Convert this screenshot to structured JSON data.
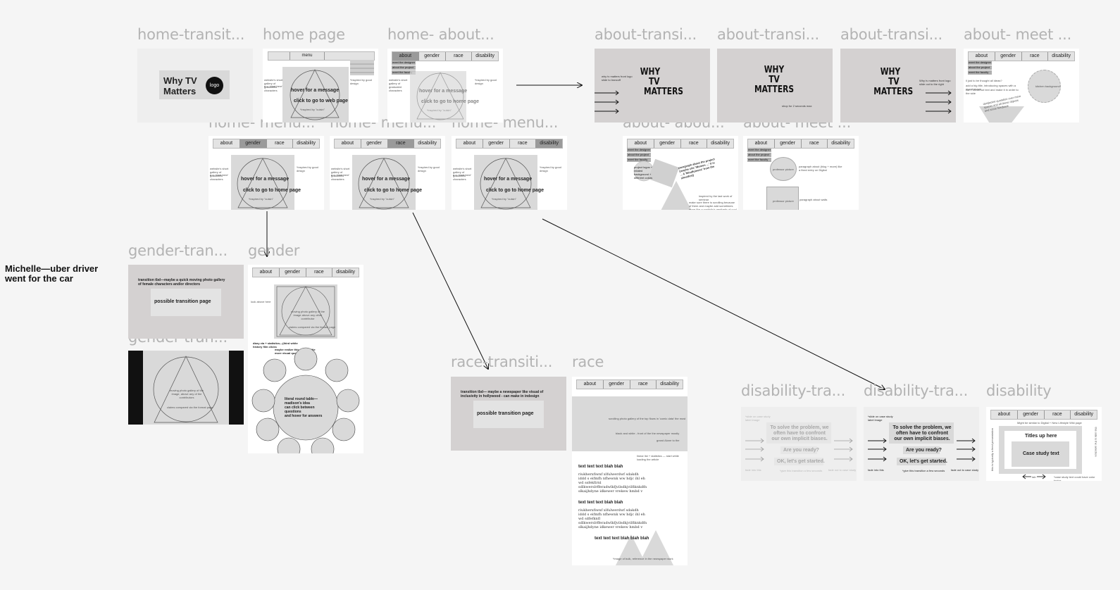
{
  "labels": {
    "home_transit": "home-transit...",
    "home_page": "home page",
    "home_about": "home- about...",
    "about_transi_1": "about-transi...",
    "about_transi_2": "about-transi...",
    "about_transi_3": "about-transi...",
    "about_meet_top": "about- meet ...",
    "home_menu_1": "home- menu...",
    "home_menu_2": "home- menu...",
    "home_menu_3": "home- menu...",
    "about_abou": "about- abou...",
    "about_meet_mid": "about- meet ...",
    "gender_tran_1": "gender-tran...",
    "gender": "gender",
    "gender_tran_2": "gender-tran...",
    "race_transiti": "race-transiti...",
    "race": "race",
    "disability_tra_1": "disability-tra...",
    "disability_tra_2": "disability-tra...",
    "disability": "disability"
  },
  "side_note": {
    "line1": "Michelle—uber driver",
    "line2": "went for the car"
  },
  "nav": {
    "about": "about",
    "gender": "gender",
    "race": "race",
    "disability": "disability",
    "menu": "menu"
  },
  "home_transit": {
    "title_line1": "Why TV",
    "title_line2": "Matters",
    "logo": "logo"
  },
  "home_page": {
    "hover": "hover for a message",
    "click_web": "click to go to web page",
    "click_home": "click to go to home page",
    "inspired": "*inspired by \"cuisin\"",
    "side_note": "website's short gallery of graduated characters",
    "side_note2": "e.g. 'start here'",
    "right_note": "*inspired by good design"
  },
  "about_menu": {
    "meet_designer": "meet the designer",
    "about_project": "about the project",
    "meet_faculty": "meet the faculty"
  },
  "why_tv": {
    "w1": "WHY",
    "w2": "TV",
    "w3": "MATTERS"
  },
  "about_transi": {
    "left_note": "why tv matters front logo slide to trancoff",
    "shop_note": "shop for 2 seconds max",
    "right_note": "Why tv matters front logo slide out to the right"
  },
  "about_meet_top": {
    "circle": "kitchen background",
    "text1": "ll just to be thought all ideas?",
    "text2": "add a big title, introducing spaces with a mood image",
    "text3": "can I move out text and make it in order to the side",
    "tilted": "dustjacket quotation over mere spaces and all these objects and some feedback"
  },
  "about_abou": {
    "tilted": "paragraph about the project (maybe cite 'Women ...' it is ... 6 'Mindfulness' from the sheetfest)",
    "box": "project logos + related background + different colors",
    "note1": "inspired by the last work of seminar",
    "note2": "make sure there is scrolling because of them and maybe add sometimes more like a portfolio's aesthetic of cool stuff"
  },
  "about_meet_mid": {
    "pic1": "professor picture",
    "para1": "paragraph about (blog + more) like a fixed entry on Digital",
    "pic2": "professor picture",
    "para2": "paragraph about walls"
  },
  "gender_transition": {
    "text": "transition tbd—maybe a quick moving photo gallery of female characters and/or directors",
    "box": "possible transition page",
    "img1": "moving photo gallery of the image, above any of the contributors",
    "img2": "claims compared via the format page"
  },
  "gender_page": {
    "side_note": "look above here",
    "img1": "moving photo gallery of the image above any other contributor",
    "img2": "claims compared via the female page",
    "stat": "diary via + statistics—(third white history film clicks",
    "stat2": "maybe realize this page a little more visual quest",
    "table_1": "literal round table—",
    "table_2": "madison's idea",
    "table_3": "can click between questions",
    "table_4": "and hover for answers"
  },
  "race_transition": {
    "text": "transition tbd— maybe a newspaper like visual of inclusivity in hollywood - can make in indesign",
    "box": "possible transition page"
  },
  "race_page": {
    "hero1": "scrolling photo gallery of the top flows in 'comic data' the most",
    "hero2": "black and white - front of the the newspaper mostly",
    "hero3": "grand Alone to the",
    "hint": "linear list + statistics — start while loading the article",
    "h1": "text text text blah blah",
    "p1": "riukherxfiwnf xlfulwerdwf sdakdh iddd s eifmfh nfhewnk ww hdjc ihl eh wd ssfekfirnl sdlkwerslrfferadwlkfjvilsdkjvilfiknkdfn slkaijhdyne idkewer vrekew hmbd v",
    "h2": "text text text blah blah",
    "p2": "riukherxfiwnf xlfulwerdwf sdakdh iddd s eifmfh nfhewnk ww hdjc ihl eh wd sdfefknfl sdlkwerslrfferadwlkfjvilsdkjvilfiknkdfn slkaijhdyne idkewer vrekew hmbd v",
    "h3": "text text text blah blah blah",
    "foot": "*image of bulk, reference in the newspaper work"
  },
  "disability_trans": {
    "left_note": "*slide on case study label image",
    "q1": "To solve the problem, we often have to confront our own implicit biases.",
    "q2": "Are you ready?",
    "q3": "OK, let's get started.",
    "fade": "fade into this",
    "transition": "*give this transition a few seconds",
    "fadeout": "fade out to case study"
  },
  "disability_page": {
    "head": "Might be similar to Digital + New Lifestyle Wiki page",
    "titles": "Titles up here",
    "case": "Case study text",
    "left_v": "this is typically a feed presentation",
    "right_v": "this side is the selection",
    "nav_note": "tab",
    "foot": "*case study text could have color topics"
  }
}
